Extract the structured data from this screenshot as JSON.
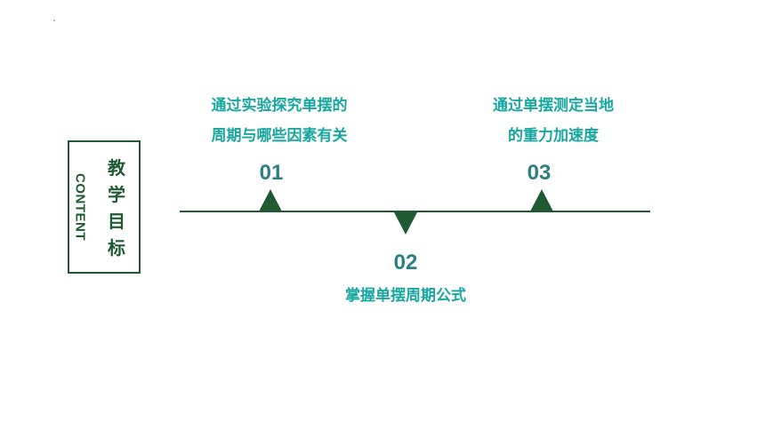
{
  "sidebar": {
    "label_en": "CONTENT",
    "title_chars": [
      "教",
      "学",
      "目",
      "标"
    ]
  },
  "timeline": {
    "points": [
      {
        "number": "01",
        "lines": [
          "通过实验探究单摆的",
          "周期与哪些因素有关"
        ]
      },
      {
        "number": "02",
        "lines": [
          "掌握单摆周期公式"
        ]
      },
      {
        "number": "03",
        "lines": [
          "通过单摆测定当地",
          "的重力加速度"
        ]
      }
    ]
  },
  "colors": {
    "dark_green": "#1f5a33",
    "teal_number": "#2c7f85",
    "teal_text": "#17a7a0"
  }
}
